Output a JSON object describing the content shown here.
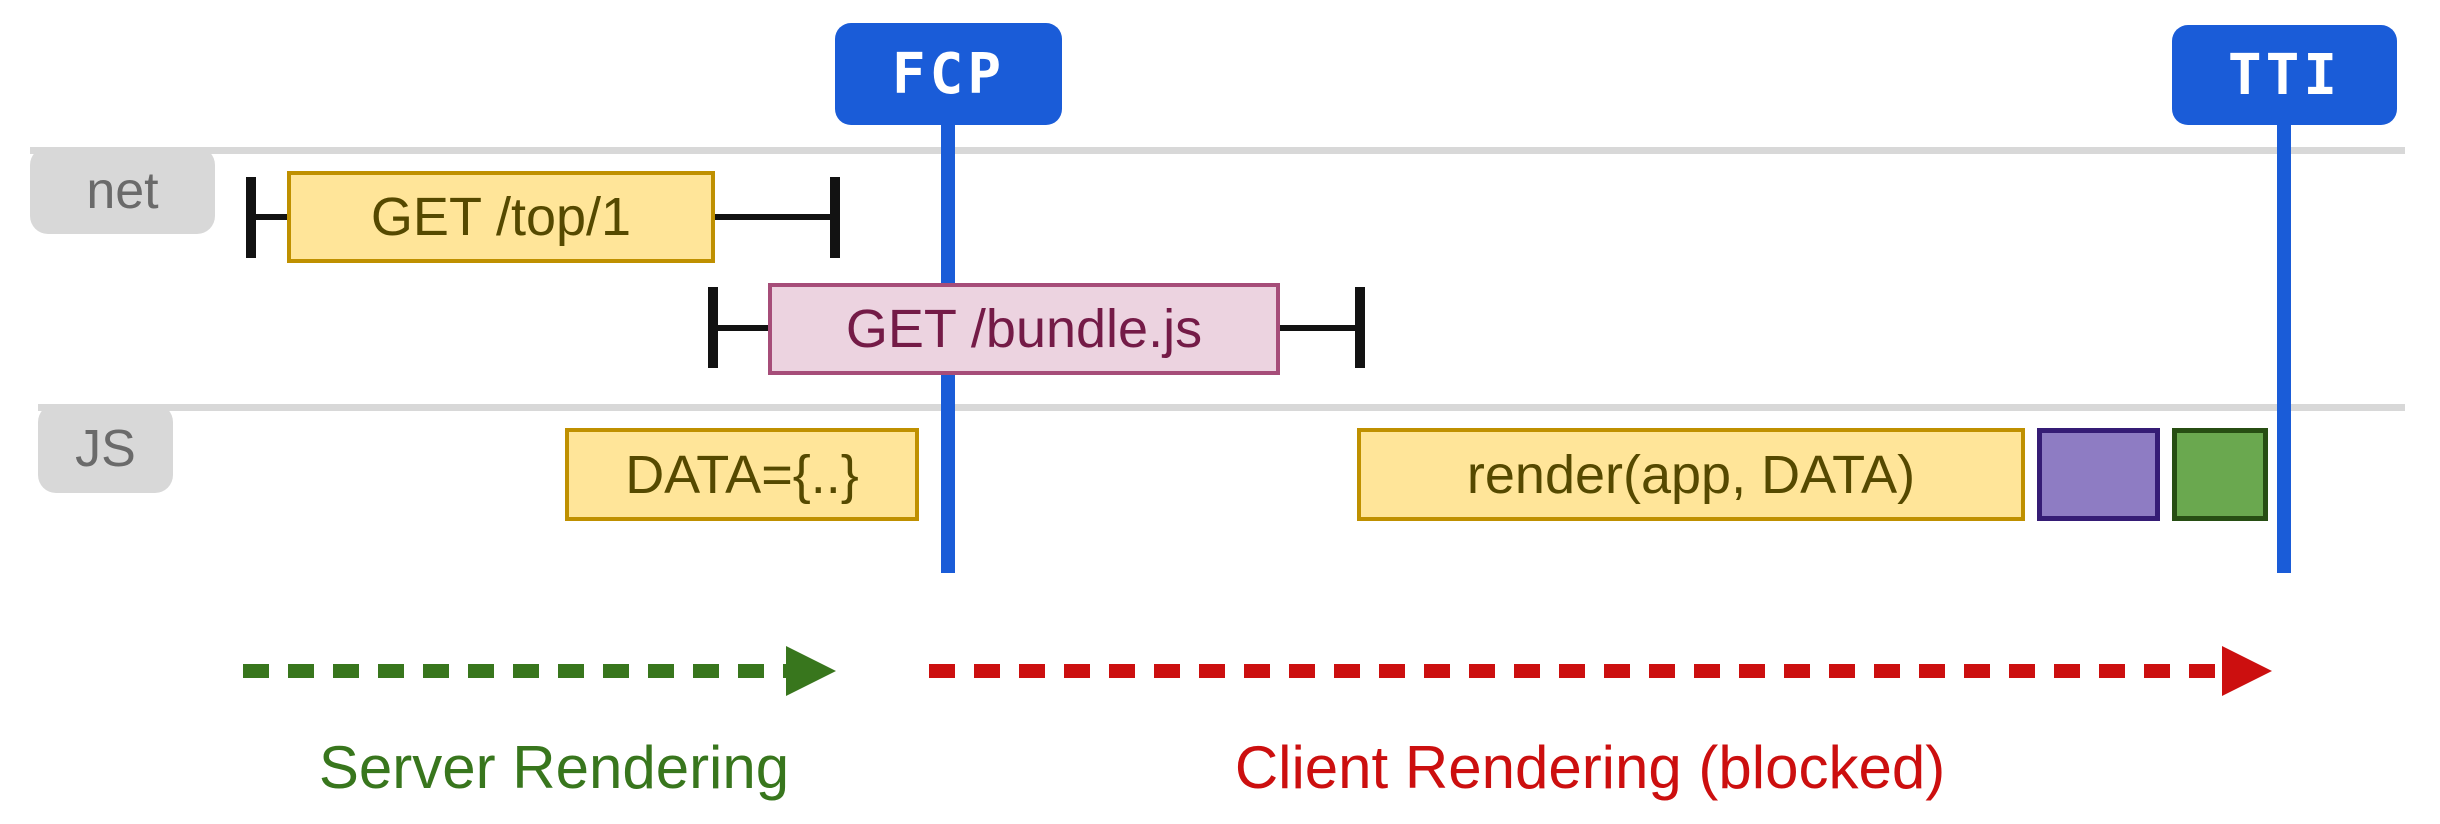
{
  "diagram": {
    "markers": {
      "fcp": "FCP",
      "tti": "TTI"
    },
    "lanes": {
      "net": {
        "label": "net"
      },
      "js": {
        "label": "JS"
      }
    },
    "boxes": {
      "top1": "GET /top/1",
      "bundle": "GET /bundle.js",
      "data": "DATA={..}",
      "render": "render(app, DATA)"
    },
    "phases": {
      "server": "Server Rendering",
      "client": "Client Rendering (blocked)"
    },
    "colors": {
      "marker_blue": "#1a5cd8",
      "track_gray": "#d8d8d8",
      "lane_text_gray": "#6a6a6a",
      "yellow_fill": "#ffe599",
      "yellow_border": "#bf9000",
      "yellow_text": "#554900",
      "pink_fill": "#ecd3e0",
      "pink_border": "#a64d79",
      "pink_text": "#741b47",
      "purple_fill": "#8e7cc3",
      "purple_border": "#351c75",
      "green_fill": "#6aa84f",
      "green_border": "#274e13",
      "server_phase_green": "#38761d",
      "client_phase_red": "#cc0f0f",
      "whisker_black": "#121212"
    }
  }
}
